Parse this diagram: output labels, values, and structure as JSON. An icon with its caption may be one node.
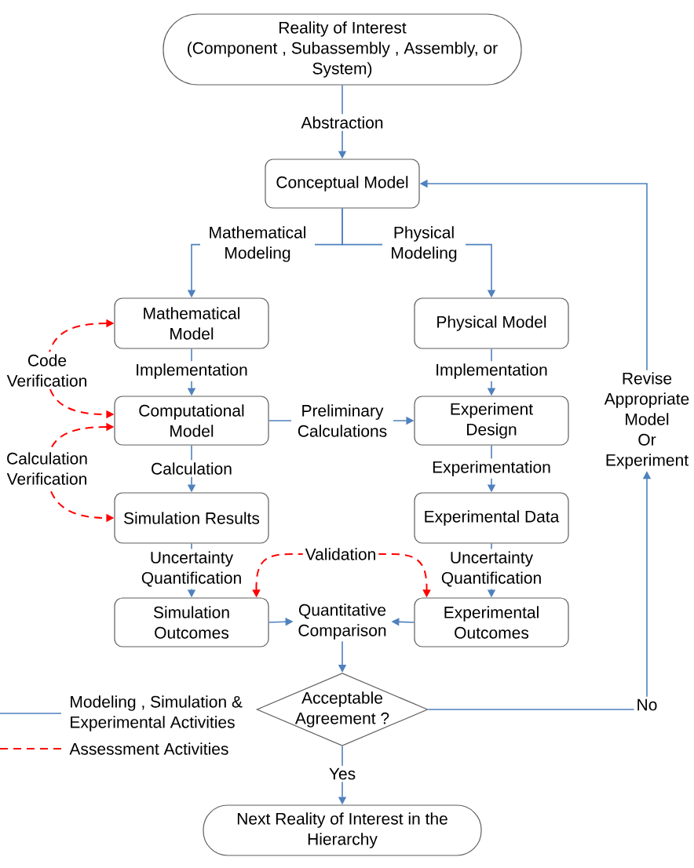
{
  "diagram": {
    "nodes": [
      {
        "text": [
          "Reality of Interest",
          "(Component , Subassembly , Assembly, or System)"
        ]
      },
      {
        "text": [
          "Conceptual Model"
        ]
      },
      {
        "text": [
          "Mathematical Model"
        ]
      },
      {
        "text": [
          "Physical Model"
        ]
      },
      {
        "text": [
          "Computational Model"
        ]
      },
      {
        "text": [
          "Experiment Design"
        ]
      },
      {
        "text": [
          "Simulation Results"
        ]
      },
      {
        "text": [
          "Experimental Data"
        ]
      },
      {
        "text": [
          "Simulation Outcomes"
        ]
      },
      {
        "text": [
          "Experimental Outcomes"
        ]
      },
      {
        "text": [
          "Quantitative Comparison"
        ]
      },
      {
        "text": [
          "Acceptable Agreement ?"
        ]
      },
      {
        "text": [
          "Next Reality of Interest in the Hierarchy"
        ]
      },
      {
        "text": [
          "Revise Appropriate Model Or Experiment"
        ]
      }
    ],
    "edges": [
      {
        "from": 0,
        "to": 1,
        "arrow": "to",
        "label": "Abstraction"
      },
      {
        "from": 1,
        "to": 2,
        "arrow": "to",
        "label": "Mathematical Modeling"
      },
      {
        "from": 1,
        "to": 3,
        "arrow": "to",
        "label": "Physical Modeling"
      },
      {
        "from": 2,
        "to": 4,
        "arrow": "to",
        "label": "Implementation"
      },
      {
        "from": 3,
        "to": 5,
        "arrow": "to",
        "label": "Implementation"
      },
      {
        "from": 4,
        "to": 5,
        "arrow": "to",
        "label": "Preliminary Calculations"
      },
      {
        "from": 4,
        "to": 6,
        "arrow": "to",
        "label": "Calculation"
      },
      {
        "from": 5,
        "to": 7,
        "arrow": "to",
        "label": "Experimentation"
      },
      {
        "from": 6,
        "to": 8,
        "arrow": "to",
        "label": "Uncertainty Quantification"
      },
      {
        "from": 7,
        "to": 9,
        "arrow": "to",
        "label": "Uncertainty Quantification"
      },
      {
        "from": 8,
        "to": 10,
        "arrow": "to"
      },
      {
        "from": 9,
        "to": 10,
        "arrow": "to"
      },
      {
        "from": 10,
        "to": 11,
        "arrow": "to"
      },
      {
        "from": 11,
        "to": 12,
        "arrow": "to",
        "label": "Yes"
      },
      {
        "from": 11,
        "to": 13,
        "arrow": "to",
        "label": "No"
      },
      {
        "from": 13,
        "to": 1,
        "arrow": "to"
      },
      {
        "from": 2,
        "to": 4,
        "arrow": "both",
        "label": "Code Verification",
        "style": "dashed",
        "color": "#ff0000"
      },
      {
        "from": 4,
        "to": 6,
        "arrow": "both",
        "label": "Calculation Verification",
        "style": "dashed",
        "color": "#ff0000"
      },
      {
        "from": 8,
        "to": 9,
        "arrow": "both",
        "label": "Validation",
        "style": "dashed",
        "color": "#ff0000"
      }
    ],
    "legend": [
      {
        "text": "Modeling , Simulation & Experimental Activities"
      },
      {
        "text": "Assessment Activities"
      }
    ]
  }
}
